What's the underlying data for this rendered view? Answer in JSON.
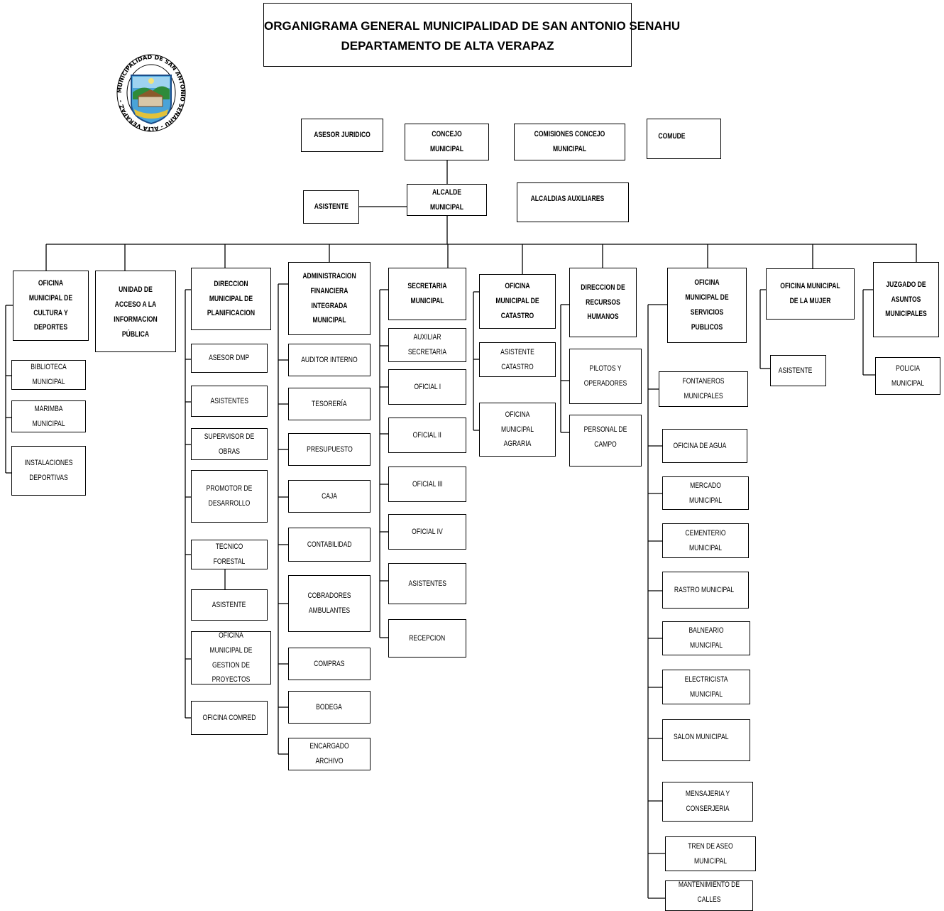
{
  "title": {
    "line1": "ORGANIGRAMA GENERAL  MUNICIPALIDAD DE SAN ANTONIO SENAHU",
    "line2": "DEPARTAMENTO DE ALTA VERAPAZ"
  },
  "logo": {
    "ring_text": "MUNICIPALIDAD DE SAN ANTONIO SENAHU - ALTA VERAPAZ -"
  },
  "top": {
    "asesor_juridico": "ASESOR JURIDICO",
    "concejo_municipal": "CONCEJO MUNICIPAL",
    "comisiones": "COMISIONES CONCEJO MUNICIPAL",
    "comude": "COMUDE",
    "asistente": "ASISTENTE",
    "alcalde": "ALCALDE MUNICIPAL",
    "alcaldias_auxiliares": "ALCALDIAS AUXILIARES"
  },
  "departments": {
    "cultura": {
      "head": "OFICINA MUNICIPAL DE CULTURA Y DEPORTES",
      "children": [
        "BIBLIOTECA MUNICIPAL",
        "MARIMBA MUNICIPAL",
        "INSTALACIONES DEPORTIVAS"
      ]
    },
    "informacion": {
      "head": "UNIDAD DE ACCESO A LA INFORMACION PÚBLICA"
    },
    "planificacion": {
      "head": "DIRECCION MUNICIPAL DE PLANIFICACION",
      "children": [
        "ASESOR DMP",
        "ASISTENTES",
        "SUPERVISOR DE OBRAS",
        "PROMOTOR DE DESARROLLO",
        "TECNICO FORESTAL",
        "ASISTENTE",
        "OFICINA MUNICIPAL DE GESTION DE PROYECTOS",
        "OFICINA COMRED"
      ]
    },
    "financiera": {
      "head": "ADMINISTRACION FINANCIERA INTEGRADA MUNICIPAL",
      "children": [
        "AUDITOR INTERNO",
        "TESORERÍA",
        "PRESUPUESTO",
        "CAJA",
        "CONTABILIDAD",
        "COBRADORES AMBULANTES",
        "COMPRAS",
        "BODEGA",
        "ENCARGADO ARCHIVO"
      ]
    },
    "secretaria": {
      "head": "SECRETARIA MUNICIPAL",
      "children": [
        "AUXILIAR SECRETARIA",
        "OFICIAL  I",
        "OFICIAL II",
        "OFICIAL  III",
        "OFICIAL IV",
        "ASISTENTES",
        "RECEPCION"
      ]
    },
    "catastro": {
      "head": "OFICINA MUNICIPAL DE CATASTRO",
      "children": [
        "ASISTENTE CATASTRO",
        "OFICINA MUNICIPAL AGRARIA"
      ]
    },
    "rrhh": {
      "head": "DIRECCION DE RECURSOS HUMANOS",
      "children": [
        "PILOTOS Y OPERADORES",
        "PERSONAL DE CAMPO"
      ]
    },
    "servicios": {
      "head": "OFICINA MUNICIPAL DE SERVICIOS PUBLICOS",
      "children": [
        "FONTANEROS MUNICPALES",
        "OFICINA DE AGUA",
        "MERCADO MUNICIPAL",
        "CEMENTERIO MUNICIPAL",
        "RASTRO MUNICIPAL",
        "BALNEARIO MUNICIPAL",
        "ELECTRICISTA MUNICIPAL",
        "SALON MUNICIPAL",
        "MENSAJERIA Y CONSERJERIA",
        "TREN DE ASEO MUNICIPAL",
        "MANTENIMIENTO DE CALLES"
      ]
    },
    "mujer": {
      "head": "OFICINA MUNICIPAL DE LA MUJER",
      "children": [
        "ASISTENTE"
      ]
    },
    "juzgado": {
      "head": "JUZGADO DE ASUNTOS MUNICIPALES",
      "children": [
        "POLICIA MUNICIPAL"
      ]
    }
  }
}
